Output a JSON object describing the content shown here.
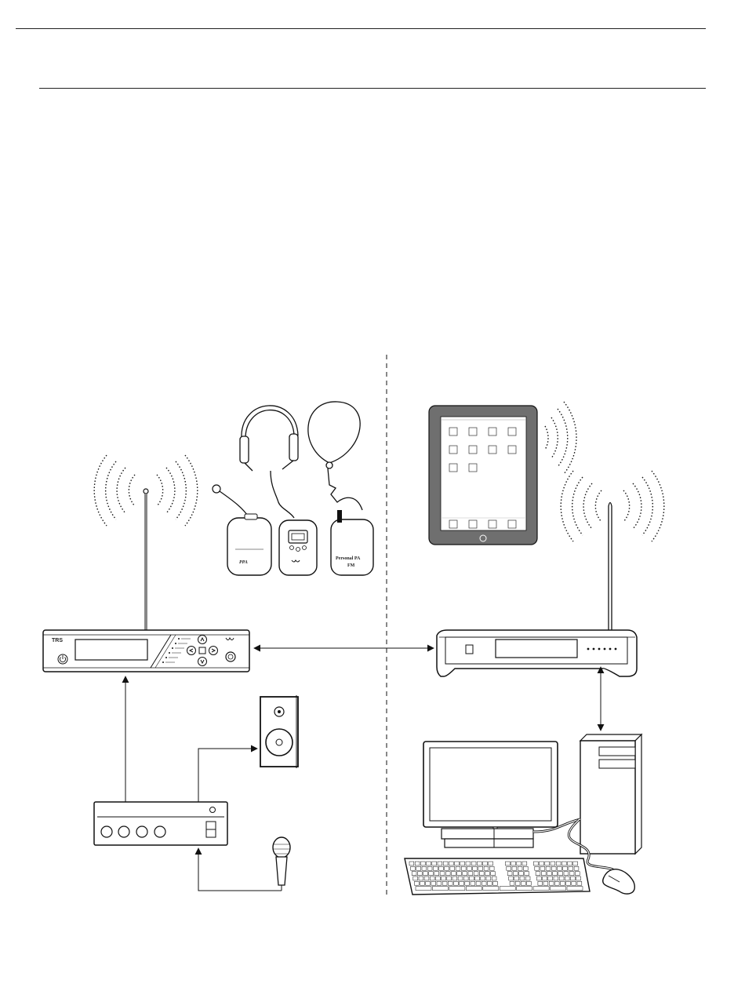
{
  "page": {
    "header_rules": 2
  },
  "diagram": {
    "transmitter_logo": "TRS",
    "receiver_brand": "Personal PA",
    "receiver_band": "FM",
    "ppa_label": "PPA",
    "colors": {
      "line": "#111111",
      "tablet_body": "#6f6f6f",
      "screen": "#ffffff",
      "paper": "#ffffff"
    },
    "components": [
      "transmitter-rack-unit",
      "wifi-router",
      "tablet",
      "desktop-computer",
      "audio-mixer",
      "loudspeaker",
      "microphone",
      "headphones",
      "neckloop",
      "earphone",
      "body-pack-receivers"
    ],
    "connections": [
      {
        "from": "audio-mixer",
        "to": "transmitter-rack-unit",
        "direction": "to"
      },
      {
        "from": "audio-mixer",
        "to": "loudspeaker",
        "direction": "to"
      },
      {
        "from": "microphone",
        "to": "audio-mixer",
        "direction": "to"
      },
      {
        "from": "transmitter-rack-unit",
        "to": "wifi-router",
        "direction": "both"
      },
      {
        "from": "wifi-router",
        "to": "desktop-computer",
        "direction": "both"
      }
    ]
  }
}
